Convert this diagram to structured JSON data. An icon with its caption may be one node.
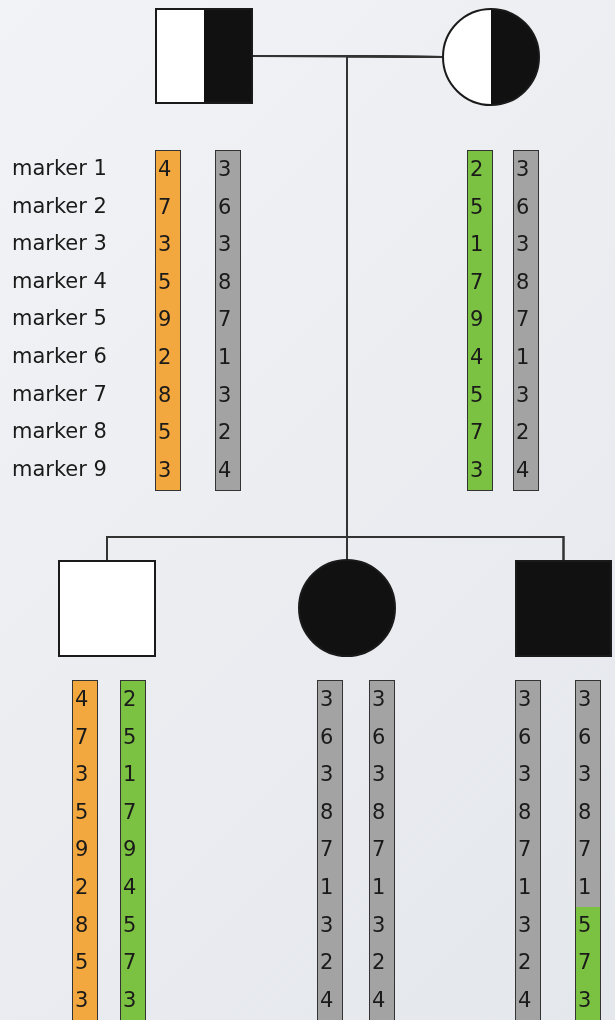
{
  "diagram": {
    "nodes": [
      {
        "text": [],
        "shape": "box",
        "beside": [
          "4 7 3 5 9 2 8 5 3",
          "3 6 3 8 7 1 3 2 4"
        ]
      },
      {
        "text": [],
        "shape": "circle",
        "beside": [
          "2 5 1 7 9 4 5 7 3",
          "3 6 3 8 7 1 3 2 4"
        ]
      },
      {
        "text": [],
        "shape": "box",
        "beside": [
          "4 7 3 5 9 2 8 5 3",
          "2 5 1 7 9 4 5 7 3"
        ]
      },
      {
        "text": [],
        "shape": "circle",
        "beside": [
          "3 6 3 8 7 1 3 2 4",
          "3 6 3 8 7 1 3 2 4"
        ]
      },
      {
        "text": [],
        "shape": "box",
        "beside": [
          "3 6 3 8 7 1 3 2 4",
          "3 6 3 8 7 1 5 7 3"
        ]
      }
    ],
    "edges": [
      {
        "from": 0,
        "to": 1,
        "arrow": "none"
      },
      {
        "from": 0,
        "to": 2,
        "arrow": "none"
      },
      {
        "from": 1,
        "to": 2,
        "arrow": "none"
      },
      {
        "from": 0,
        "to": 3,
        "arrow": "none"
      },
      {
        "from": 1,
        "to": 3,
        "arrow": "none"
      },
      {
        "from": 0,
        "to": 4,
        "arrow": "none"
      },
      {
        "from": 1,
        "to": 4,
        "arrow": "none"
      }
    ],
    "labels": [
      "marker 1",
      "marker 2",
      "marker 3",
      "marker 4",
      "marker 5",
      "marker 6",
      "marker 7",
      "marker 8",
      "marker 9"
    ]
  }
}
